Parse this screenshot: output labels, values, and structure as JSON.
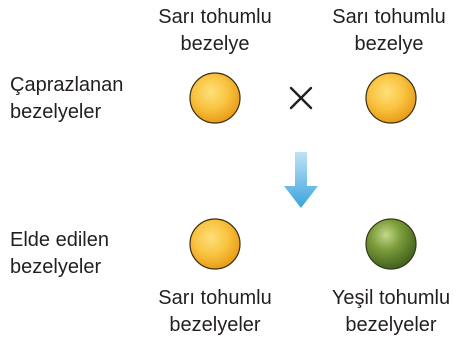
{
  "parents": {
    "row_label_line1": "Çaprazlanan",
    "row_label_line2": "bezelyeler",
    "left": {
      "line1": "Sarı tohumlu",
      "line2": "bezelye",
      "color": "yellow"
    },
    "right": {
      "line1": "Sarı tohumlu",
      "line2": "bezelye",
      "color": "yellow"
    },
    "cross_symbol": "×"
  },
  "arrow_icon": "down-arrow",
  "offspring": {
    "row_label_line1": "Elde edilen",
    "row_label_line2": "bezelyeler",
    "left": {
      "line1": "Sarı tohumlu",
      "line2": "bezelyeler",
      "color": "yellow"
    },
    "right": {
      "line1": "Yeşil tohumlu",
      "line2": "bezelyeler",
      "color": "green"
    }
  },
  "colors": {
    "yellow_seed": "#f7b733",
    "green_seed": "#6e8f32",
    "arrow": "#4fb0e3"
  }
}
